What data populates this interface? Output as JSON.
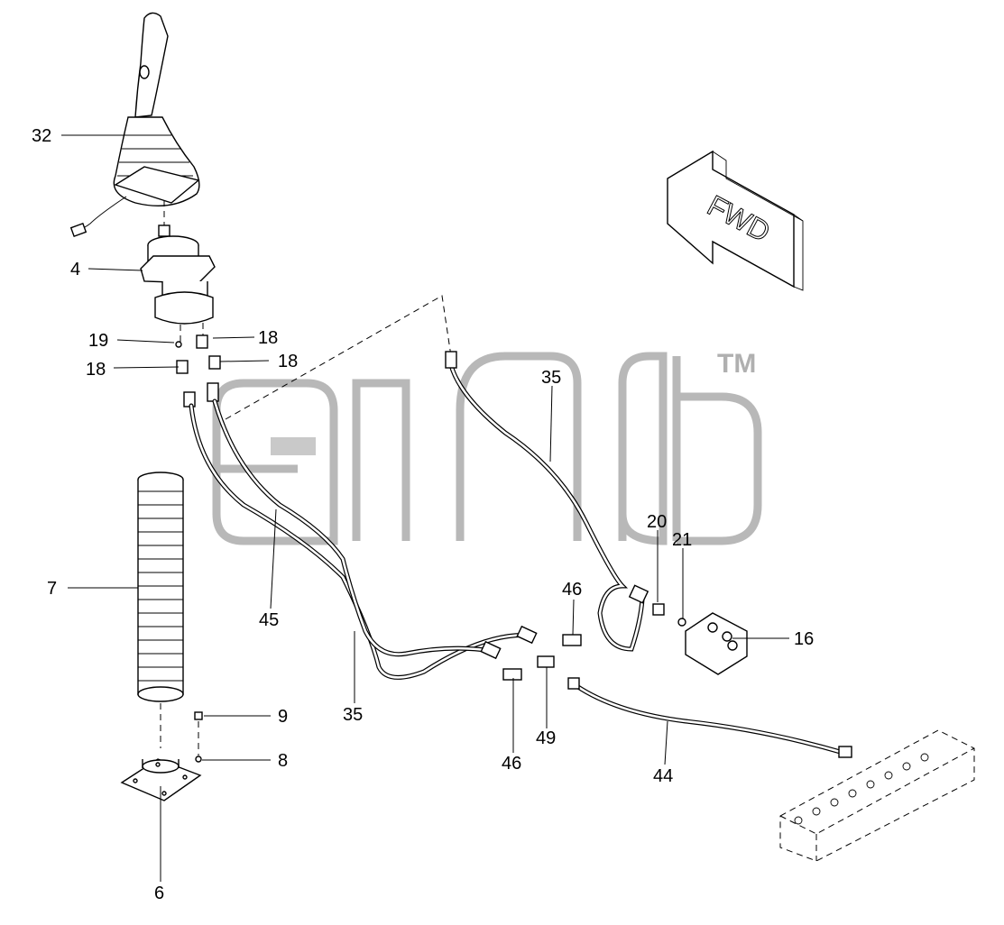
{
  "watermark": {
    "trademark": "TM"
  },
  "direction_arrow": {
    "label": "FWD"
  },
  "callouts": [
    {
      "id": "c32",
      "text": "32"
    },
    {
      "id": "c4",
      "text": "4"
    },
    {
      "id": "c19",
      "text": "19"
    },
    {
      "id": "c18a",
      "text": "18"
    },
    {
      "id": "c18b",
      "text": "18"
    },
    {
      "id": "c18c",
      "text": "18"
    },
    {
      "id": "c7",
      "text": "7"
    },
    {
      "id": "c9",
      "text": "9"
    },
    {
      "id": "c8",
      "text": "8"
    },
    {
      "id": "c6",
      "text": "6"
    },
    {
      "id": "c45",
      "text": "45"
    },
    {
      "id": "c35a",
      "text": "35"
    },
    {
      "id": "c35b",
      "text": "35"
    },
    {
      "id": "c20",
      "text": "20"
    },
    {
      "id": "c21",
      "text": "21"
    },
    {
      "id": "c16",
      "text": "16"
    },
    {
      "id": "c46a",
      "text": "46"
    },
    {
      "id": "c46b",
      "text": "46"
    },
    {
      "id": "c49",
      "text": "49"
    },
    {
      "id": "c44",
      "text": "44"
    }
  ]
}
